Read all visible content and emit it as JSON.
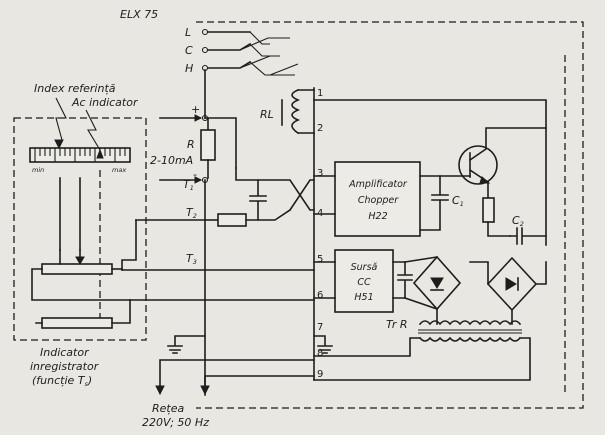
{
  "title": "ELX 75",
  "inputs": {
    "L": "L",
    "C": "C",
    "H": "H"
  },
  "relay": "RL",
  "resistor": "R",
  "current_range": "2-10mA",
  "terminals": {
    "t1": "T",
    "t1_sub": "1",
    "t2": "T",
    "t2_sub": "2",
    "t3": "T",
    "t3_sub": "3",
    "plus": "+",
    "minus": "-"
  },
  "pins": [
    "1",
    "2",
    "3",
    "4",
    "5",
    "6",
    "7",
    "8",
    "9"
  ],
  "amplifier": {
    "line1": "Amplificator",
    "line2": "Chopper",
    "line3": "H22"
  },
  "power": {
    "line1": "Sursă",
    "line2": "CC",
    "line3": "H51"
  },
  "caps": {
    "c1": "C",
    "c1_sub": "1",
    "c2": "C",
    "c2_sub": "2"
  },
  "transformer": "Tr R",
  "indicator_labels": {
    "index": "Index referință",
    "ac": "Ac indicator"
  },
  "scale": {
    "min": "min",
    "max": "max"
  },
  "recorder": {
    "line1": "Indicator",
    "line2": "inregistrator",
    "line3": "(funcție T",
    "line3_sub": "s",
    "line3_end": ")"
  },
  "mains": {
    "line1": "Rețea",
    "line2": "220V; 50 Hz"
  }
}
